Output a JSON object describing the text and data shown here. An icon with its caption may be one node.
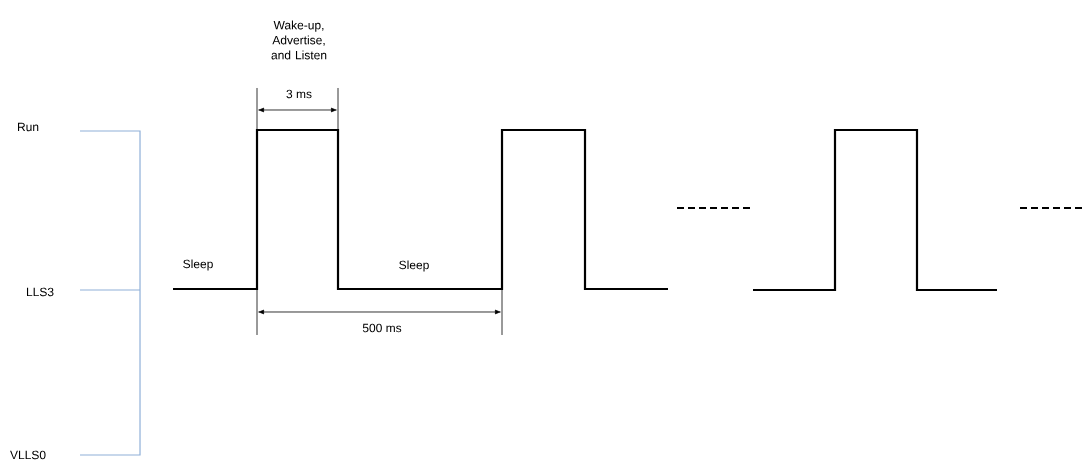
{
  "diagram": {
    "labels": [
      "Wake-up, Advertise, and Listen",
      "3 ms",
      "Run",
      "Sleep",
      "Sleep",
      "LLS3",
      "500 ms",
      "VLLS0"
    ]
  }
}
